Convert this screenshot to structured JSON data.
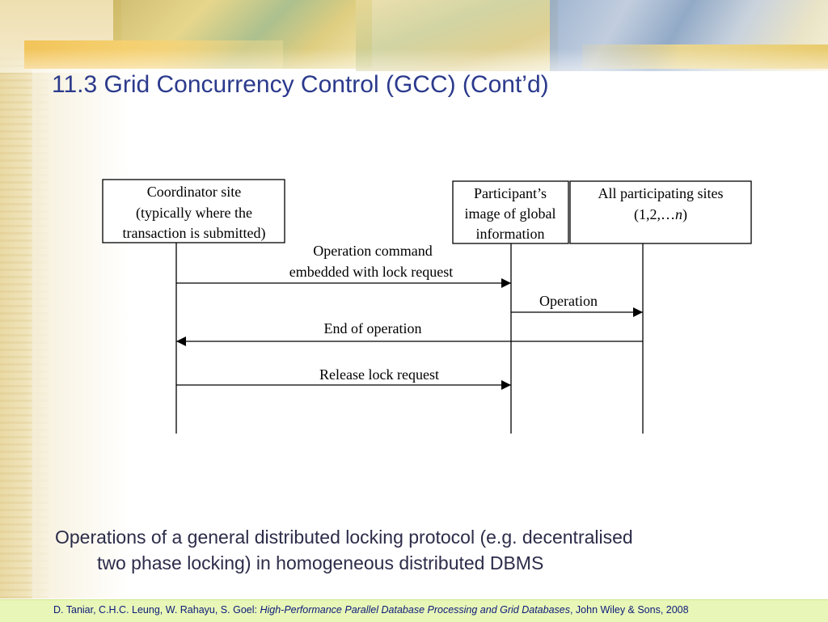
{
  "slide": {
    "title": "11.3 Grid Concurrency Control (GCC) (Cont’d)"
  },
  "diagram": {
    "nodes": [
      {
        "id": "coordinator",
        "lines": [
          "Coordinator site",
          "(typically where the",
          "transaction is submitted)"
        ]
      },
      {
        "id": "participant_image",
        "lines": [
          "Participant’s",
          "image of global",
          "information"
        ]
      },
      {
        "id": "all_sites",
        "lines": [
          "All participating sites",
          "(1,2,…",
          "n",
          ")"
        ]
      }
    ],
    "messages": [
      {
        "from": "coordinator",
        "to": "participant_image",
        "lines": [
          "Operation command",
          "embedded with lock request"
        ]
      },
      {
        "from": "participant_image",
        "to": "all_sites",
        "lines": [
          "Operation"
        ]
      },
      {
        "from": "all_sites",
        "to": "coordinator",
        "lines": [
          "End of operation"
        ]
      },
      {
        "from": "coordinator",
        "to": "participant_image",
        "lines": [
          "Release lock request"
        ]
      }
    ]
  },
  "caption": {
    "line1": "Operations of a general distributed locking protocol (e.g. decentralised",
    "line2": "two phase locking) in homogeneous distributed DBMS"
  },
  "footer": {
    "authors": "D. Taniar, C.H.C. Leung, W. Rahayu, S. Goel: ",
    "book": "High-Performance Parallel Database Processing and Grid Databases",
    "publisher": ", John Wiley & Sons, 2008"
  },
  "colors": {
    "title": "#2b3a8c",
    "caption": "#2c2c4a",
    "footer_bg": "#e8f7b8",
    "footer_text": "#0d1a7a"
  }
}
